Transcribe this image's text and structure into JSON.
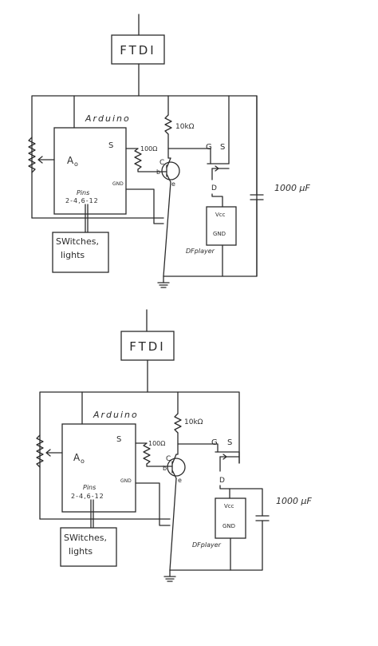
{
  "diagrams": [
    {
      "ftdi": "FTDI",
      "arduino": "Arduino",
      "a0": "A",
      "a0_sub": "o",
      "s": "S",
      "gnd_pin": "GND",
      "pins_title": "Pins",
      "pins_range": "2-4,6-12",
      "r100": "100Ω",
      "r10k": "10kΩ",
      "g": "G",
      "s_fet": "S",
      "d": "D",
      "c": "C",
      "b": "b",
      "e": "e",
      "vcc": "Vcc",
      "gnd_player": "GND",
      "df_player": "DFplayer",
      "cap": "1000 µF",
      "switches_line1": "SWitches,",
      "switches_line2": "lights"
    },
    {
      "ftdi": "FTDI",
      "arduino": "Arduino",
      "a0": "A",
      "a0_sub": "o",
      "s": "S",
      "gnd_pin": "GND",
      "pins_title": "Pins",
      "pins_range": "2-4,6-12",
      "r100": "100Ω",
      "r10k": "10kΩ",
      "g": "G",
      "s_fet": "S",
      "d": "D",
      "c": "C",
      "b": "b",
      "e": "e",
      "vcc": "Vcc",
      "gnd_player": "GND",
      "df_player": "DFplayer",
      "cap": "1000 µF",
      "switches_line1": "SWitches,",
      "switches_line2": "lights"
    }
  ]
}
